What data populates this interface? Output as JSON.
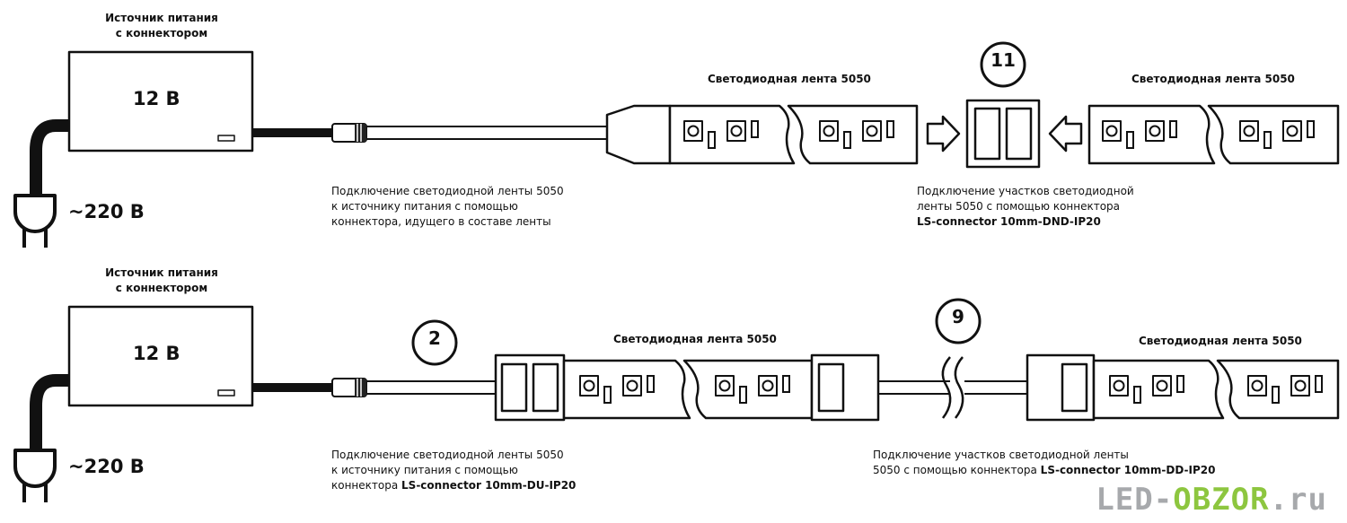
{
  "row1": {
    "psu_title": "Источник питания\nс коннектором",
    "psu_voltage": "12 В",
    "mains_voltage": "~220 В",
    "strip_left_title": "Светодиодная лента 5050",
    "strip_right_title": "Светодиодная лента 5050",
    "badge": "11",
    "caption_left": "Подключение светодиодной ленты 5050\nк источнику питания с помощью\nконнектора, идущего в составе ленты",
    "caption_right_text": "Подключение участков светодиодной\nленты 5050 с помощью коннектора",
    "caption_right_model": "LS-connector 10mm-DND-IP20"
  },
  "row2": {
    "psu_title": "Источник питания\nс коннектором",
    "psu_voltage": "12 В",
    "mains_voltage": "~220 В",
    "strip_left_title": "Светодиодная лента 5050",
    "strip_right_title": "Светодиодная лента 5050",
    "badge_left": "2",
    "badge_right": "9",
    "caption_left_text": "Подключение светодиодной ленты 5050\nк источнику питания с помощью\nконнектора ",
    "caption_left_model": "LS-connector 10mm-DU-IP20",
    "caption_right_text1": "Подключение участков светодиодной ленты",
    "caption_right_text2": "5050 с помощью коннектора ",
    "caption_right_model": "LS-connector 10mm-DD-IP20"
  },
  "watermark": {
    "part1": "LED-",
    "part2": "OBZOR",
    "part3": ".ru",
    "color_gray": "#a7a9ac",
    "color_green": "#8dc63f"
  }
}
